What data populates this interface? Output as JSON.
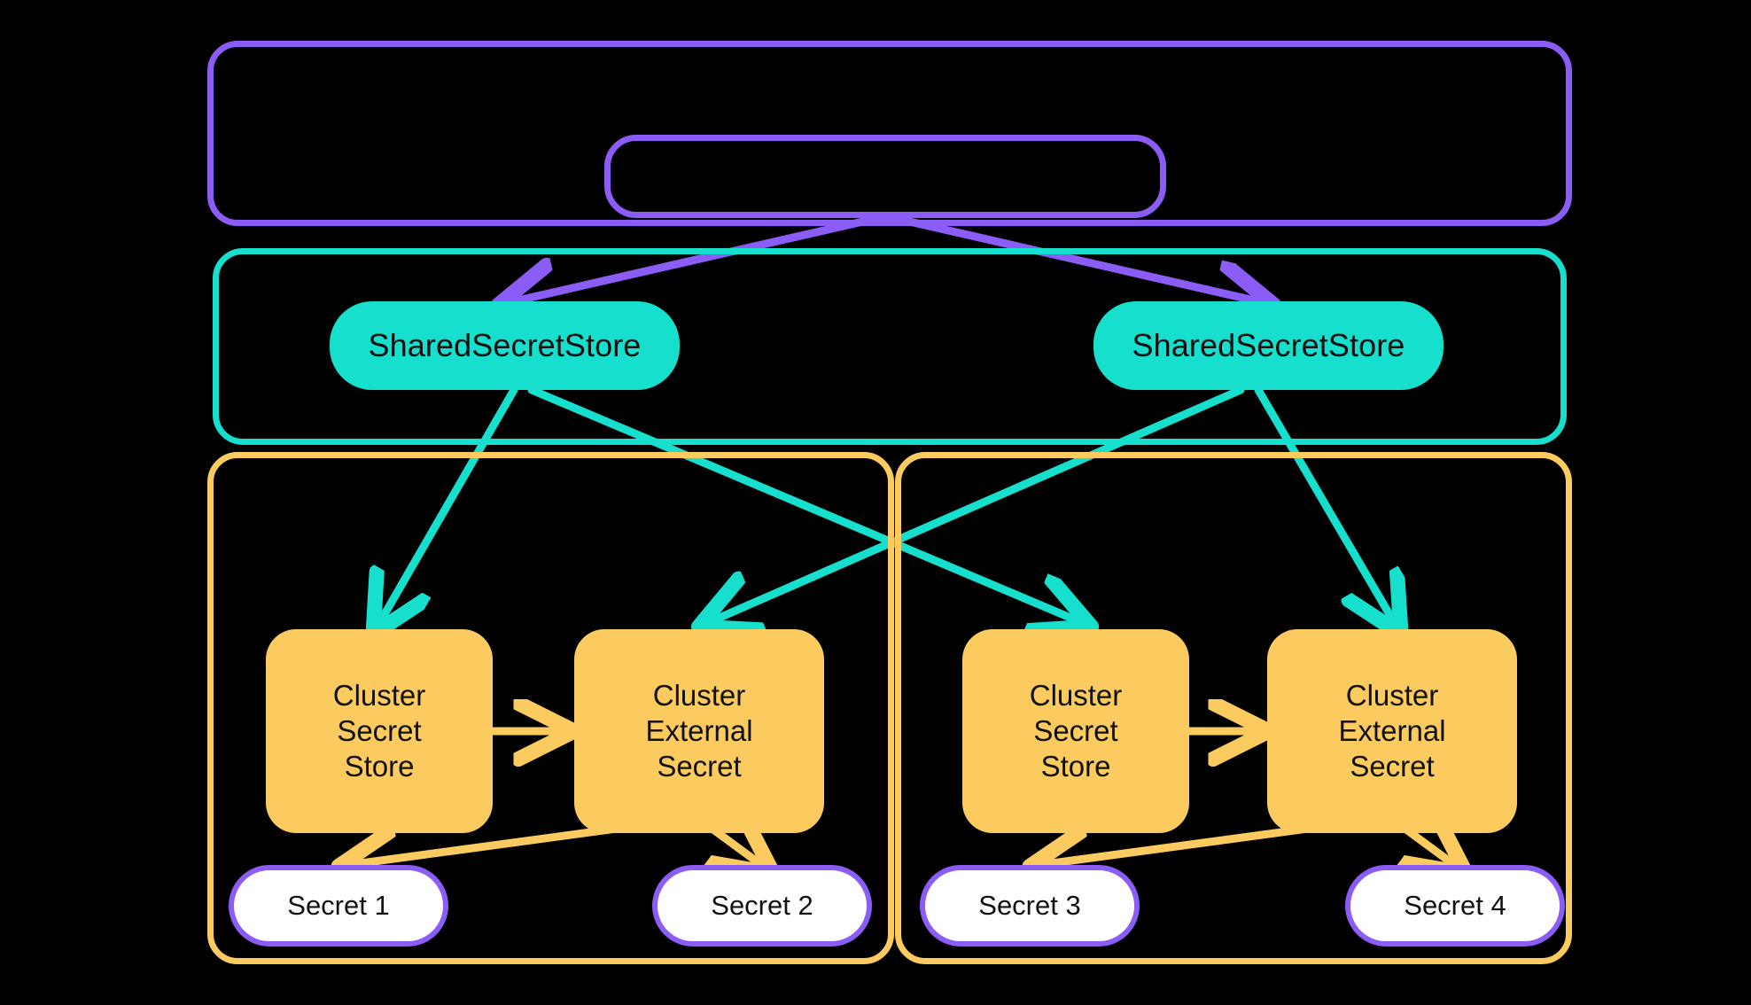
{
  "diagram": {
    "title": "External Secrets Operator shared secret store architecture",
    "background": "#000000",
    "colors": {
      "purple": "#8c5cf6",
      "teal": "#16dfcd",
      "yellow": "#fccb5f",
      "white": "#ffffff",
      "text": "#111111"
    }
  },
  "groups": {
    "operator_scope": {
      "label": "",
      "border_color": "#8c5cf6"
    },
    "shared_scope": {
      "label": "",
      "border_color": "#16dfcd"
    },
    "cluster_left": {
      "label": "",
      "border_color": "#fccb5f"
    },
    "cluster_right": {
      "label": "",
      "border_color": "#fccb5f"
    }
  },
  "nodes": {
    "operator_pill": {
      "label": "",
      "shape": "rounded-pill",
      "fill": "none",
      "stroke": "#8c5cf6"
    },
    "shared_store_left": {
      "label": "SharedSecretStore",
      "fill": "#16dfcd"
    },
    "shared_store_right": {
      "label": "SharedSecretStore",
      "fill": "#16dfcd"
    },
    "cluster_secret_store_left": {
      "label": "Cluster\nSecret\nStore",
      "fill": "#fccb5f"
    },
    "cluster_external_secret_left": {
      "label": "Cluster\nExternal\nSecret",
      "fill": "#fccb5f"
    },
    "cluster_secret_store_right": {
      "label": "Cluster\nSecret\nStore",
      "fill": "#fccb5f"
    },
    "cluster_external_secret_right": {
      "label": "Cluster\nExternal\nSecret",
      "fill": "#fccb5f"
    },
    "secret_1": {
      "label": "Secret 1",
      "fill": "#ffffff",
      "stroke": "#8c5cf6"
    },
    "secret_2": {
      "label": "Secret 2",
      "fill": "#ffffff",
      "stroke": "#8c5cf6"
    },
    "secret_3": {
      "label": "Secret 3",
      "fill": "#ffffff",
      "stroke": "#8c5cf6"
    },
    "secret_4": {
      "label": "Secret 4",
      "fill": "#ffffff",
      "stroke": "#8c5cf6"
    }
  },
  "edges": [
    {
      "id": "op-to-shared-left",
      "from": "operator_pill",
      "to": "shared_store_left",
      "color": "#8c5cf6"
    },
    {
      "id": "op-to-shared-right",
      "from": "operator_pill",
      "to": "shared_store_right",
      "color": "#8c5cf6"
    },
    {
      "id": "sharedL-to-cssL",
      "from": "shared_store_left",
      "to": "cluster_secret_store_left",
      "color": "#16dfcd"
    },
    {
      "id": "sharedL-to-cssR",
      "from": "shared_store_left",
      "to": "cluster_secret_store_right",
      "color": "#16dfcd"
    },
    {
      "id": "sharedR-to-cesL",
      "from": "shared_store_right",
      "to": "cluster_external_secret_left",
      "color": "#16dfcd"
    },
    {
      "id": "sharedR-to-cesR",
      "from": "shared_store_right",
      "to": "cluster_external_secret_right",
      "color": "#16dfcd"
    },
    {
      "id": "cssL-to-cesL",
      "from": "cluster_secret_store_left",
      "to": "cluster_external_secret_left",
      "color": "#fccb5f"
    },
    {
      "id": "cssR-to-cesR",
      "from": "cluster_secret_store_right",
      "to": "cluster_external_secret_right",
      "color": "#fccb5f"
    },
    {
      "id": "cesL-to-secret1",
      "from": "cluster_external_secret_left",
      "to": "secret_1",
      "color": "#fccb5f"
    },
    {
      "id": "cesL-to-secret2",
      "from": "cluster_external_secret_left",
      "to": "secret_2",
      "color": "#fccb5f"
    },
    {
      "id": "cesR-to-secret3",
      "from": "cluster_external_secret_right",
      "to": "secret_3",
      "color": "#fccb5f"
    },
    {
      "id": "cesR-to-secret4",
      "from": "cluster_external_secret_right",
      "to": "secret_4",
      "color": "#fccb5f"
    }
  ]
}
